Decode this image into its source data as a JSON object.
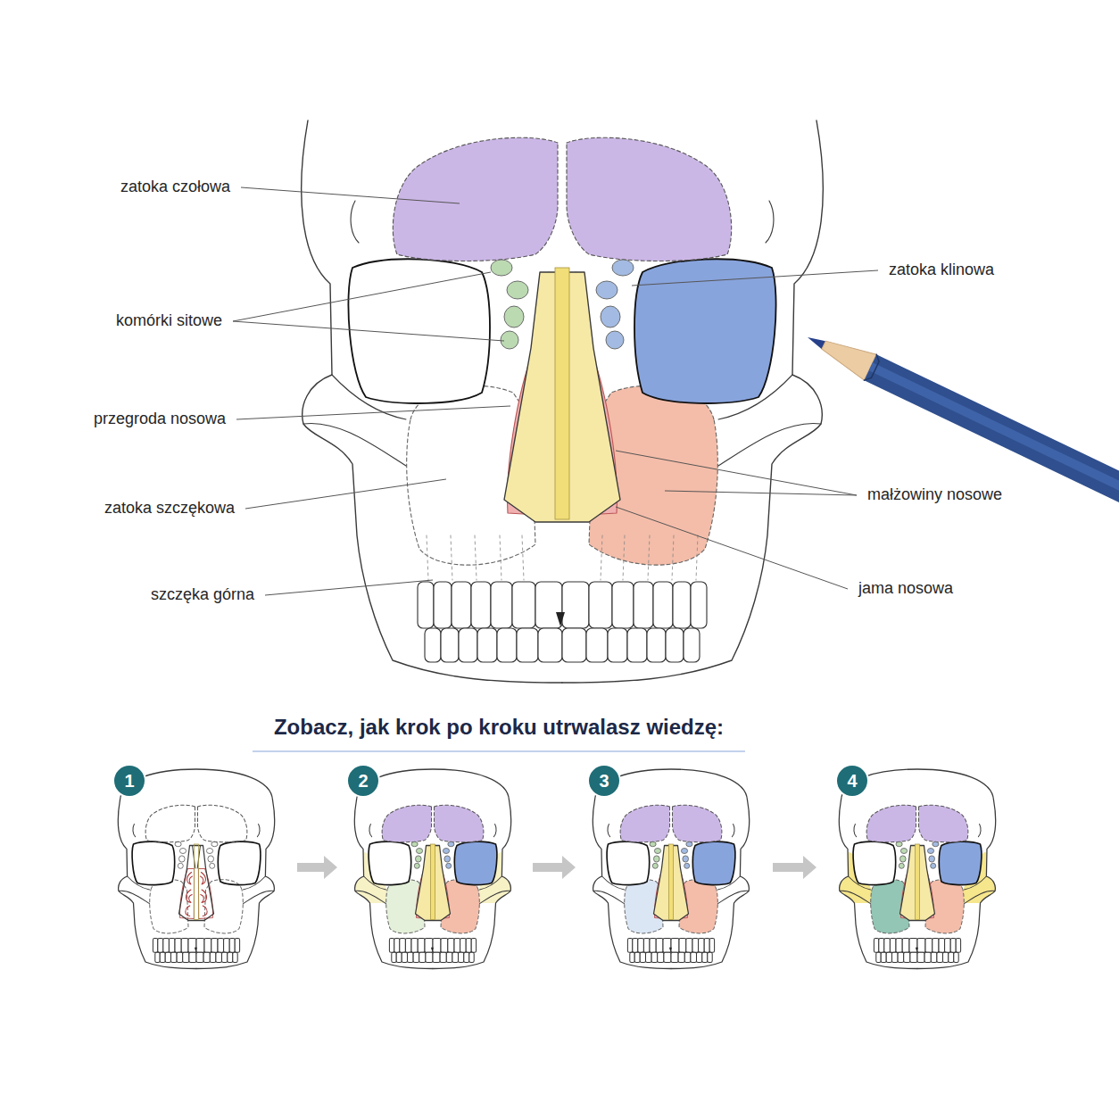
{
  "diagram": {
    "title": "Zobacz, jak krok po kroku utrwalasz wiedzę:",
    "nodes": [
      {
        "text": [
          "1"
        ]
      },
      {
        "text": [
          "2"
        ]
      },
      {
        "text": [
          "3"
        ]
      },
      {
        "text": [
          "4"
        ]
      }
    ],
    "labels": [
      "zatoka czołowa",
      "zatoka klinowa",
      "komórki sitowe",
      "przegroda nosowa",
      "małżowiny nosowe",
      "zatoka szczękowa",
      "szczęka górna",
      "jama nosowa"
    ]
  }
}
